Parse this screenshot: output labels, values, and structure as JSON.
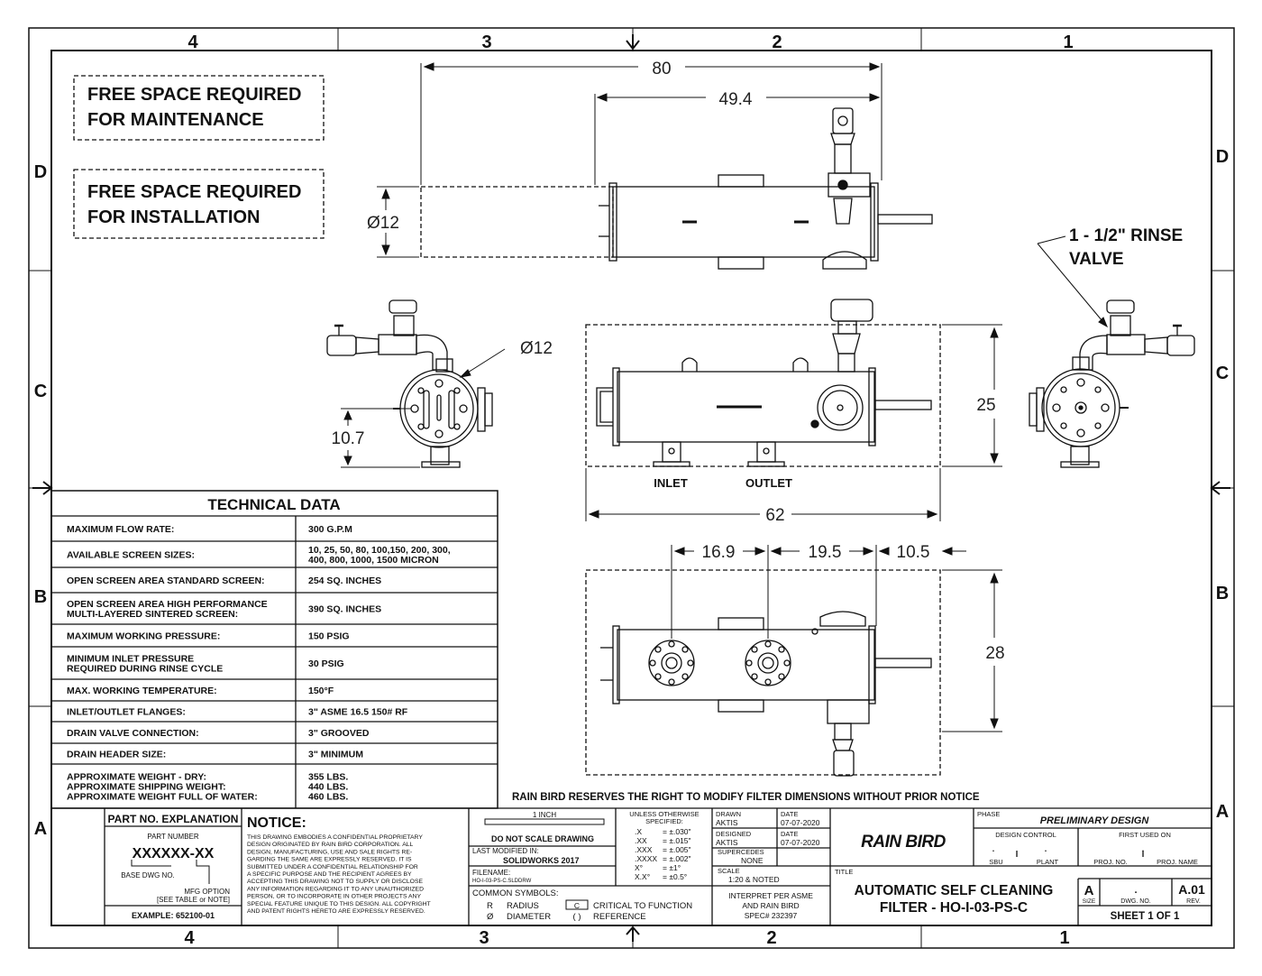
{
  "zones": {
    "top": [
      "4",
      "3",
      "2",
      "1"
    ],
    "bottom": [
      "4",
      "3",
      "2",
      "1"
    ],
    "left": [
      "D",
      "C",
      "B",
      "A"
    ],
    "right": [
      "D",
      "C",
      "B",
      "A"
    ]
  },
  "notes": {
    "maintenance": [
      "FREE SPACE REQUIRED",
      "FOR MAINTENANCE"
    ],
    "installation": [
      "FREE SPACE REQUIRED",
      "FOR INSTALLATION"
    ],
    "rinse_valve": [
      "1 - 1/2\" RINSE",
      "VALVE"
    ],
    "reserve": "RAIN BIRD RESERVES THE RIGHT TO MODIFY FILTER DIMENSIONS WITHOUT PRIOR NOTICE"
  },
  "dimensions": {
    "overall_length": "80",
    "body_length": "49.4",
    "dia_top": "Ø12",
    "dia_left": "Ø12",
    "left_height": "10.7",
    "front_height": "25",
    "front_length": "62",
    "bottom_a": "16.9",
    "bottom_b": "19.5",
    "bottom_c": "10.5",
    "bottom_height": "28"
  },
  "labels": {
    "inlet": "INLET",
    "outlet": "OUTLET"
  },
  "technical_data": {
    "title": "TECHNICAL DATA",
    "rows": [
      {
        "label": [
          "MAXIMUM FLOW RATE:"
        ],
        "value": [
          "300 G.P.M"
        ]
      },
      {
        "label": [
          "AVAILABLE SCREEN SIZES:"
        ],
        "value": [
          "10, 25, 50, 80, 100,150, 200, 300,",
          "400, 800, 1000, 1500 MICRON"
        ]
      },
      {
        "label": [
          "OPEN SCREEN AREA STANDARD SCREEN:"
        ],
        "value": [
          "254 SQ. INCHES"
        ]
      },
      {
        "label": [
          "OPEN SCREEN AREA HIGH PERFORMANCE",
          "MULTI-LAYERED SINTERED SCREEN:"
        ],
        "value": [
          "390 SQ. INCHES"
        ]
      },
      {
        "label": [
          "MAXIMUM WORKING PRESSURE:"
        ],
        "value": [
          "150 PSIG"
        ]
      },
      {
        "label": [
          "MINIMUM INLET PRESSURE",
          "REQUIRED DURING RINSE CYCLE"
        ],
        "value": [
          "30 PSIG"
        ]
      },
      {
        "label": [
          "MAX. WORKING TEMPERATURE:"
        ],
        "value": [
          "150°F"
        ]
      },
      {
        "label": [
          "INLET/OUTLET FLANGES:"
        ],
        "value": [
          "3\" ASME 16.5 150# RF"
        ]
      },
      {
        "label": [
          "DRAIN VALVE CONNECTION:"
        ],
        "value": [
          "3\" GROOVED"
        ]
      },
      {
        "label": [
          "DRAIN HEADER SIZE:"
        ],
        "value": [
          "3\" MINIMUM"
        ]
      },
      {
        "label": [
          "APPROXIMATE WEIGHT - DRY:",
          "APPROXIMATE SHIPPING WEIGHT:",
          "APPROXIMATE  WEIGHT FULL OF WATER:"
        ],
        "value": [
          "355 LBS.",
          "440 LBS.",
          "460 LBS."
        ]
      }
    ]
  },
  "title_block": {
    "part_no": {
      "header": "PART NO. EXPLANATION",
      "part_number_label": "PART NUMBER",
      "code": "XXXXXX-XX",
      "base_dwg": "BASE DWG NO.",
      "mfg_option": [
        "MFG OPTION",
        "[SEE TABLE or NOTE]"
      ],
      "example": "EXAMPLE: 652100-01"
    },
    "notice": {
      "header": "NOTICE:",
      "lines": [
        "THIS DRAWING EMBODIES A CONFIDENTIAL PROPRIETARY",
        "DESIGN ORIGINATED BY RAIN BIRD CORPORATION. ALL",
        "DESIGN, MANUFACTURING, USE AND SALE RIGHTS RE-",
        "GARDING THE SAME ARE EXPRESSLY RESERVED. IT IS",
        "SUBMITTED UNDER A CONFIDENTIAL RELATIONSHIP FOR",
        "A SPECIFIC PURPOSE AND THE RECIPIENT AGREES BY",
        "ACCEPTING THIS DRAWING NOT TO SUPPLY OR DISCLOSE",
        "ANY INFORMATION REGARDING IT TO ANY UNAUTHORIZED",
        "PERSON, OR TO INCORPORATE IN OTHER PROJECTS ANY",
        "SPECIAL FEATURE UNIQUE TO THIS DESIGN. ALL COPYRIGHT",
        "AND PATENT RIGHTS HERETO ARE EXPRESSLY RESERVED."
      ]
    },
    "scale_bar": "1 INCH",
    "do_not_scale": "DO NOT SCALE DRAWING",
    "last_modified_label": "LAST MODIFIED IN:",
    "last_modified": "SOLIDWORKS 2017",
    "filename_label": "FILENAME:",
    "filename": "HO-I-03-PS-C.SLDDRW",
    "common_symbols": "COMMON SYMBOLS:",
    "symbols": [
      {
        "sym": "R",
        "desc": "RADIUS"
      },
      {
        "sym": "Ø",
        "desc": "DIAMETER"
      },
      {
        "sym": "C",
        "desc": "CRITICAL TO FUNCTION"
      },
      {
        "sym": "( )",
        "desc": "REFERENCE"
      }
    ],
    "tolerance_header": [
      "UNLESS OTHERWISE",
      "SPECIFIED:"
    ],
    "tolerances": [
      {
        "k": ".X",
        "v": "= ±.030\""
      },
      {
        "k": ".XX",
        "v": "= ±.015\""
      },
      {
        "k": ".XXX",
        "v": "= ±.005\""
      },
      {
        "k": ".XXXX",
        "v": "= ±.002\""
      },
      {
        "k": "X°",
        "v": "= ±1°"
      },
      {
        "k": "X.X°",
        "v": "= ±0.5°"
      }
    ],
    "drawn_label": "DRAWN",
    "drawn": "AKTIS",
    "date_label": "DATE",
    "drawn_date": "07-07-2020",
    "designed_label": "DESIGNED",
    "designed": "AKTIS",
    "designed_date": "07-07-2020",
    "supercedes_label": "SUPERCEDES",
    "supercedes": "NONE",
    "scale_label": "SCALE",
    "scale": "1:20 & NOTED",
    "interpret": [
      "INTERPRET PER ASME",
      "AND RAIN BIRD",
      "SPEC# 232397"
    ],
    "logo": "RAIN BIRD",
    "phase_label": "PHASE",
    "phase": "PRELIMINARY DESIGN",
    "design_control": "DESIGN CONTROL",
    "first_used_on": "FIRST USED ON",
    "dot": ".",
    "sbu": "SBU",
    "plant": "PLANT",
    "proj_no": "PROJ. NO.",
    "proj_name": "PROJ. NAME",
    "title_label": "TITLE",
    "title": [
      "AUTOMATIC SELF CLEANING",
      "FILTER - HO-I-03-PS-C"
    ],
    "size_value": "A",
    "size_label": "SIZE",
    "dwg_no_value": ".",
    "dwg_no_label": "DWG. NO.",
    "rev_value": "A.01",
    "rev_label": "REV.",
    "sheet": "SHEET  1  OF  1"
  }
}
